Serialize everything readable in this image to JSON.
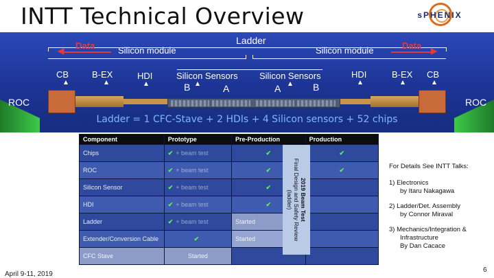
{
  "slide": {
    "title": "INTT Technical Overview",
    "logo_text": "sPHENIX",
    "date": "April 9-11, 2019",
    "page_number": "6"
  },
  "diagram": {
    "ladder_label": "Ladder",
    "data_left": "Data",
    "data_right": "Data",
    "module_left": "Silicon module",
    "module_right": "Silicon module",
    "components_left": [
      "CB",
      "B-EX",
      "HDI",
      "Silicon Sensors"
    ],
    "components_right": [
      "Silicon Sensors",
      "HDI",
      "B-EX",
      "CB"
    ],
    "sensor_types": [
      "B",
      "A",
      "A",
      "B"
    ],
    "roc_left": "ROC",
    "roc_right": "ROC",
    "caption": "Ladder = 1 CFC-Stave + 2 HDIs + 4 Silicon sensors + 52 chips",
    "colors": {
      "band": "#1f3aa0",
      "data_arrow": "#e03a3a",
      "roc": "#3ec94a",
      "caption": "#7fb6ff"
    }
  },
  "table": {
    "headers": [
      "Component",
      "Prototype",
      "Pre-Production",
      "Production"
    ],
    "check_icon": "✔",
    "rows": [
      {
        "component": "Chips",
        "proto_check": true,
        "proto": "+ beam test",
        "pre": "✔",
        "prod": "✔"
      },
      {
        "component": "ROC",
        "proto_check": true,
        "proto": "+ beam test",
        "pre": "✔",
        "prod": "✔"
      },
      {
        "component": "Silicon Sensor",
        "proto_check": true,
        "proto": "+ beam test",
        "pre": "✔",
        "prod": ""
      },
      {
        "component": "HDI",
        "proto_check": true,
        "proto": "+ beam test",
        "pre": "✔",
        "prod": ""
      },
      {
        "component": "Ladder",
        "proto_check": true,
        "proto": "+ beam test",
        "pre": "Started",
        "prod": ""
      },
      {
        "component": "Extender/Conversion Cable",
        "proto_check": true,
        "proto": "",
        "pre": "Started",
        "prod": ""
      },
      {
        "component": "CFC Stave",
        "proto_check": false,
        "proto": "Started",
        "pre": "",
        "prod": ""
      }
    ]
  },
  "side_note": {
    "line1": "2019 Beam Test",
    "line2": "Final Design and Safety Review",
    "line3": "(ladder)"
  },
  "talks": {
    "heading": "For Details See INTT Talks:",
    "items": [
      {
        "title": "1) Electronics",
        "speaker": "by Itaru Nakagawa"
      },
      {
        "title": "2) Ladder/Det. Assembly",
        "speaker": "by Connor Miraval"
      },
      {
        "title": "3) Mechanics/Integration &",
        "title2": "Infrastructure",
        "speaker": "By Dan Cacace"
      }
    ]
  }
}
